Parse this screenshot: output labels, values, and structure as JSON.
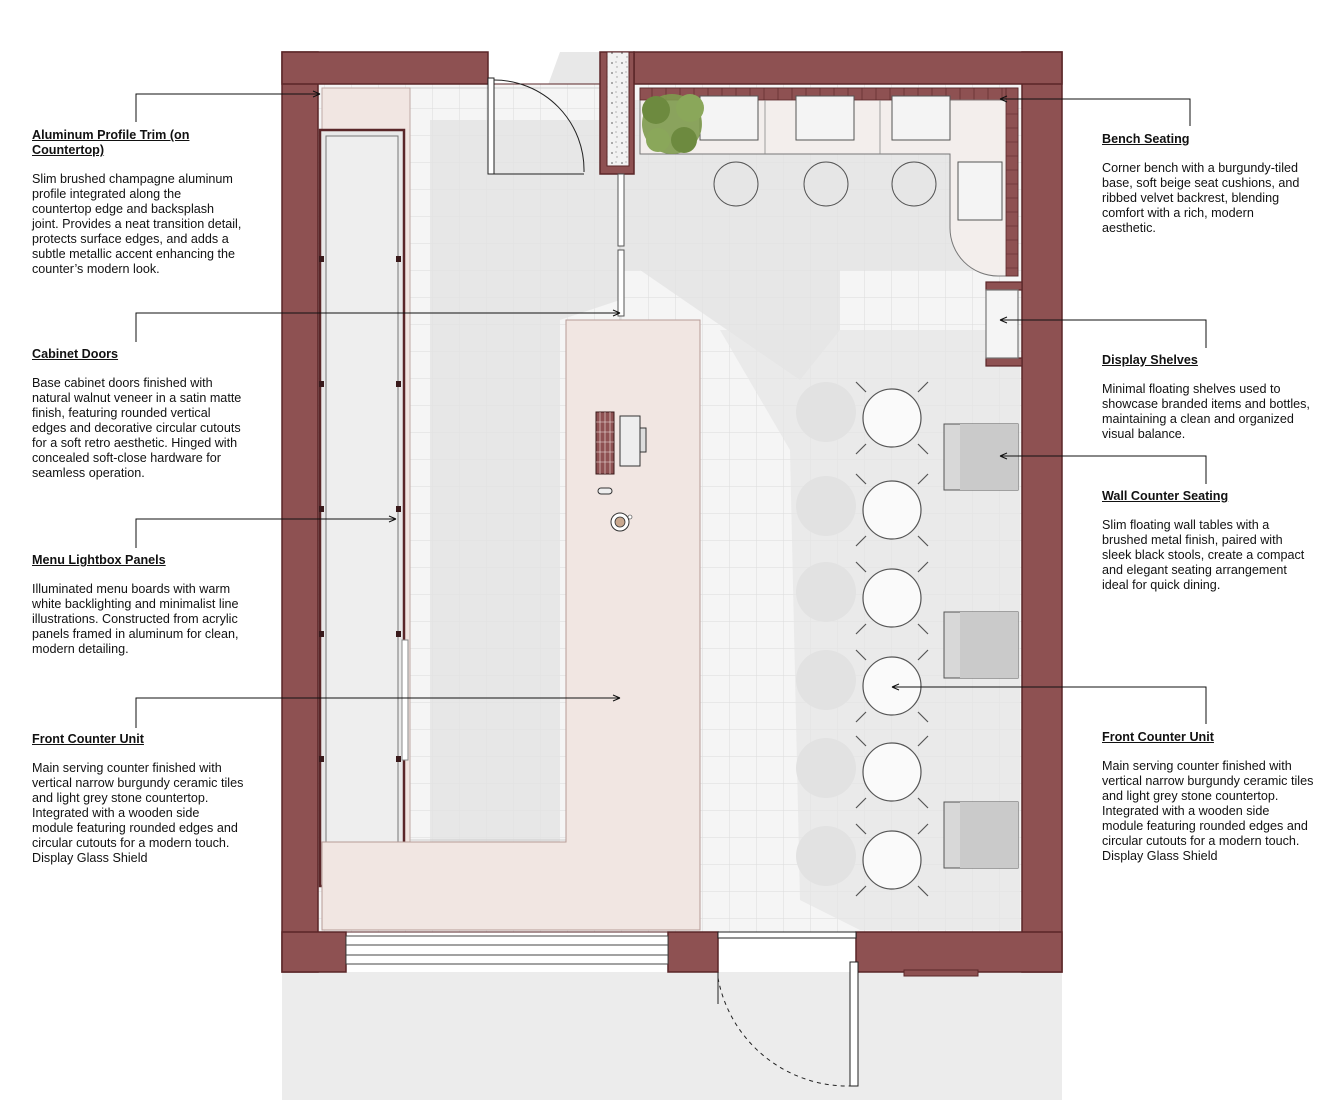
{
  "colors": {
    "wall": "#8e5152",
    "wall_stroke": "#5a2628",
    "floor": "#f4f4f4",
    "grid": "#dcdcdc",
    "shadow": "#e0e0e0",
    "counter": "#f1e6e2",
    "tile": "#8e5152",
    "plant": "#7e9a4e"
  },
  "annotations": [
    {
      "id": "aluminum-profile-trim",
      "title": "Aluminum Profile Trim (on Countertop)",
      "body": "Slim brushed champagne aluminum profile integrated along the countertop edge and backsplash joint. Provides a neat transition detail, protects surface edges, and adds a subtle metallic accent enhancing the counter’s modern look."
    },
    {
      "id": "cabinet-doors",
      "title": "Cabinet Doors",
      "body": "Base cabinet doors finished with natural walnut veneer in a satin matte finish, featuring rounded vertical edges and decorative circular cutouts for a soft retro aesthetic. Hinged with concealed soft-close hardware for seamless operation."
    },
    {
      "id": "menu-lightbox-panels",
      "title": "Menu Lightbox Panels",
      "body": "Illuminated menu boards with warm white backlighting and minimalist line illustrations. Constructed from acrylic panels framed in aluminum for clean, modern detailing."
    },
    {
      "id": "front-counter-unit-left",
      "title": "Front Counter Unit",
      "body": "Main serving counter finished with vertical narrow burgundy ceramic tiles and light grey stone countertop. Integrated with a wooden side module featuring rounded edges and circular cutouts for a modern touch.\nDisplay Glass Shield"
    },
    {
      "id": "bench-seating",
      "title": "Bench Seating",
      "body": "Corner bench with a burgundy-tiled base, soft beige seat cushions, and ribbed velvet backrest, blending comfort with a rich, modern aesthetic."
    },
    {
      "id": "display-shelves",
      "title": "Display Shelves",
      "body": "Minimal floating shelves used to showcase branded items and bottles, maintaining a clean and organized visual balance."
    },
    {
      "id": "wall-counter-seating",
      "title": "Wall Counter Seating",
      "body": "Slim floating wall tables with a brushed metal finish, paired with sleek black stools, create a compact and elegant seating arrangement ideal for quick dining."
    },
    {
      "id": "front-counter-unit-right",
      "title": "Front Counter Unit",
      "body": "Main serving counter finished with vertical narrow burgundy ceramic tiles and light grey stone countertop. Integrated with a wooden side module featuring rounded edges and circular cutouts for a modern touch.\nDisplay Glass Shield"
    }
  ]
}
